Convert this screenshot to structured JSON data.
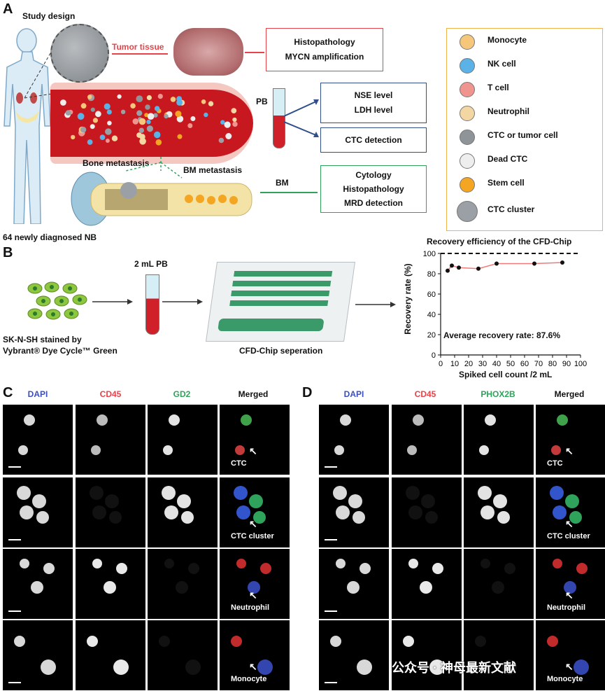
{
  "panelA": {
    "letter": "A",
    "study_design": "Study design",
    "tumor_tissue": "Tumor tissue",
    "histo_box": [
      "Histopathology",
      "MYCN amplification"
    ],
    "pb": "PB",
    "nse_box": [
      "NSE level",
      "LDH level"
    ],
    "ctc_box": "CTC detection",
    "bone_metastasis": "Bone metastasis",
    "bm_metastasis": "BM metastasis",
    "bm": "BM",
    "bm_box": [
      "Cytology",
      "Histopathology",
      "MRD detection"
    ],
    "patients": "64 newly diagnosed NB"
  },
  "legend": [
    {
      "label": "Monocyte",
      "color": "#f6c77a"
    },
    {
      "label": "NK cell",
      "color": "#5ab2e6"
    },
    {
      "label": "T cell",
      "color": "#f0948f"
    },
    {
      "label": "Neutrophil",
      "color": "#f3d7a2"
    },
    {
      "label": "CTC or tumor cell",
      "color": "#8e9498"
    },
    {
      "label": "Dead CTC",
      "color": "#eeeeee"
    },
    {
      "label": "Stem cell",
      "color": "#f4a623"
    },
    {
      "label": "CTC cluster",
      "color": "#9aa0a5"
    }
  ],
  "panelB": {
    "letter": "B",
    "pb_volume": "2 mL PB",
    "cells_label_1": "SK-N-SH stained by",
    "cells_label_2": "Vybrant® Dye Cycle™ Green",
    "chip_label": "CFD-Chip seperation"
  },
  "chart_data": {
    "type": "line",
    "title": "Recovery efficiency of the CFD-Chip",
    "xlabel": "Spiked cell count /2 mL",
    "ylabel": "Recovery rate (%)",
    "xlim": [
      0,
      100
    ],
    "ylim": [
      0,
      100
    ],
    "xticks": [
      "0",
      "10",
      "20",
      "30",
      "40",
      "50",
      "60",
      "70",
      "80",
      "90",
      "100"
    ],
    "yticks": [
      "0",
      "20",
      "40",
      "60",
      "80",
      "100"
    ],
    "x": [
      5,
      8,
      13,
      27,
      40,
      67,
      87
    ],
    "y": [
      83,
      88,
      86,
      85,
      90,
      90,
      91
    ],
    "reference_line": 100,
    "annotation": "Average recovery rate: 87.6%"
  },
  "panelC": {
    "letter": "C",
    "channels": [
      {
        "name": "DAPI",
        "color": "#3b4fbf"
      },
      {
        "name": "CD45",
        "color": "#e8434a"
      },
      {
        "name": "GD2",
        "color": "#2fa35b"
      },
      {
        "name": "Merged",
        "color": "#111111"
      }
    ],
    "row_labels": [
      "CTC",
      "CTC cluster",
      "Neutrophil",
      "Monocyte"
    ]
  },
  "panelD": {
    "letter": "D",
    "channels": [
      {
        "name": "DAPI",
        "color": "#3b4fbf"
      },
      {
        "name": "CD45",
        "color": "#e8434a"
      },
      {
        "name": "PHOX2B",
        "color": "#2fa35b"
      },
      {
        "name": "Merged",
        "color": "#111111"
      }
    ],
    "row_labels": [
      "CTC",
      "CTC cluster",
      "Neutrophil",
      "Monocyte"
    ]
  },
  "watermark": "公众号 · 神母最新文献"
}
